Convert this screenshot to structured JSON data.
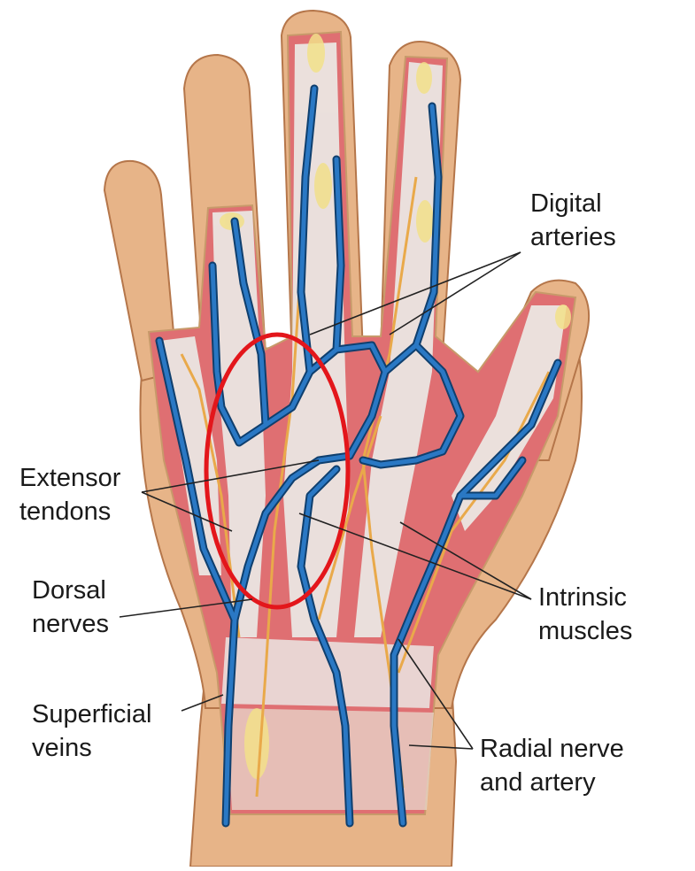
{
  "labels": {
    "digital_arteries": [
      "Digital",
      "arteries"
    ],
    "extensor_tendons": [
      "Extensor",
      "tendons"
    ],
    "dorsal_nerves": [
      "Dorsal",
      "nerves"
    ],
    "superficial_veins": [
      "Superficial",
      "veins"
    ],
    "intrinsic_muscles": [
      "Intrinsic",
      "muscles"
    ],
    "radial_nerve_artery": [
      "Radial nerve",
      "and artery"
    ]
  },
  "colors": {
    "skin": "#e7b488",
    "skin_edge": "#b5764a",
    "muscle": "#df6f72",
    "tendon": "#ebe6e2",
    "vein": "#1d5f9e",
    "vein_edge": "#0f3f6e",
    "nerve": "#e9a94a",
    "highlight_ring": "#e3161b"
  }
}
